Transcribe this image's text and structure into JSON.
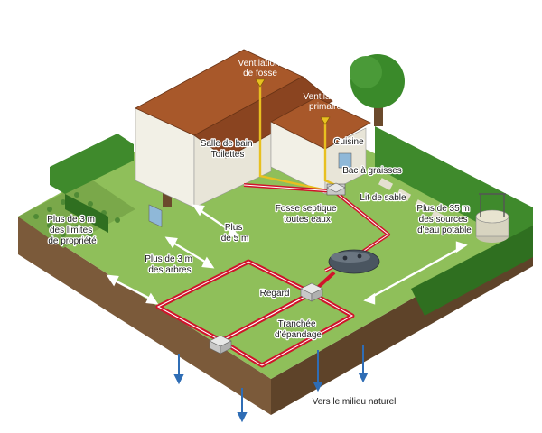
{
  "labels": {
    "ventilation_fosse": [
      "Ventilation",
      "de fosse"
    ],
    "ventilation_primaire": [
      "Ventilation",
      "primaire"
    ],
    "salle_de_bain": [
      "Salle de bain",
      "Toilettes"
    ],
    "cuisine": "Cuisine",
    "bac_a_graisses": "Bac à graisses",
    "lit_de_sable": "Lit de sable",
    "fosse_septique": [
      "Fosse septique",
      "toutes eaux"
    ],
    "plus_3m_limites": [
      "Plus de 3 m",
      "des limites",
      "de propriété"
    ],
    "plus_5m": [
      "Plus",
      "de 5 m"
    ],
    "plus_3m_arbres": [
      "Plus de 3 m",
      "des arbres"
    ],
    "plus_35m": [
      "Plus de 35 m",
      "des sources",
      "d'eau potable"
    ],
    "regard": "Regard",
    "tranchee": [
      "Tranchée",
      "d'épandage"
    ],
    "milieu_naturel": "Vers le milieu naturel"
  },
  "colors": {
    "grass": "#8fbf5a",
    "grass_dark": "#6d9a3f",
    "hedge": "#3f8a2c",
    "roof": "#a8582a",
    "wall": "#f2f0e6",
    "pipe_red": "#d0132b",
    "vent_yellow": "#e8c020",
    "water_blue": "#2f6db5",
    "tank": "#4a5560"
  }
}
